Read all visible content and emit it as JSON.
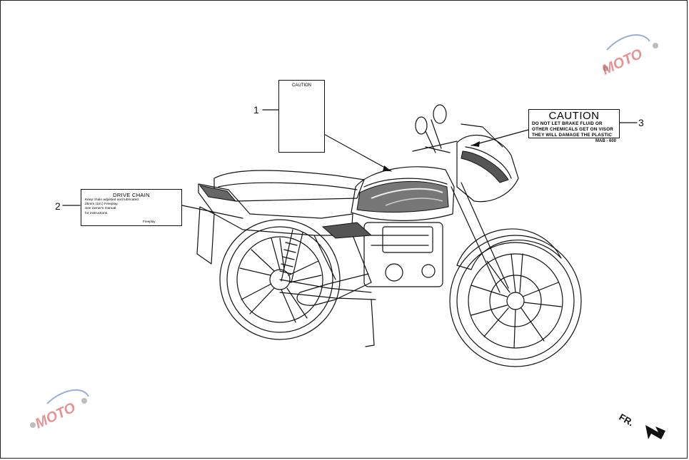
{
  "callouts": [
    "1",
    "2",
    "3"
  ],
  "label_1": {
    "title": "CAUTION"
  },
  "label_2": {
    "title": "DRIVE CHAIN",
    "lines": [
      "Keep chain adjusted and lubricated.",
      "25mm (1in.) Freeplay.",
      "See owner's manual",
      "for instructions."
    ],
    "freeplay": "Freeplay"
  },
  "label_3": {
    "title": "CAUTION",
    "lines": [
      "DO NOT LET BRAKE FLUID OR",
      "OTHER CHEMICALS GET ON VISOR",
      "THEY WILL DAMAGE THE PLASTIC"
    ],
    "code": "MAB - 600"
  },
  "direction": "FR.",
  "watermark": "MOTO",
  "colors": {
    "line": "#111111",
    "watermark_red": "#d63a3a",
    "watermark_blue": "#4a6fb5"
  }
}
